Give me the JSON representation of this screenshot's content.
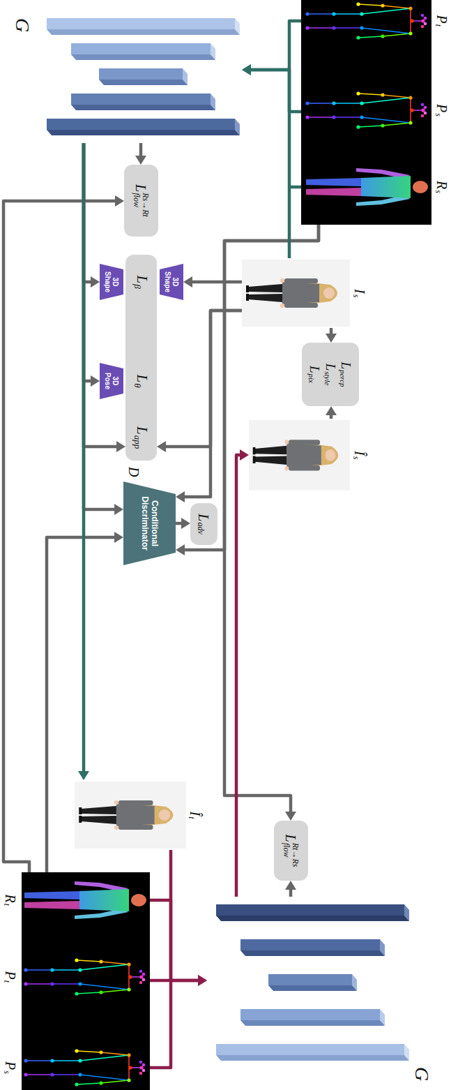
{
  "diagram": {
    "nodes": [
      {
        "text": [
          "P",
          "t",
          "P",
          "s",
          "R",
          "s"
        ]
      },
      {
        "text": [
          "G"
        ]
      },
      {
        "text": [
          "I",
          "s"
        ]
      },
      {
        "text": [
          "L",
          "percp",
          "L",
          "style",
          "L",
          "pix"
        ]
      },
      {
        "text": [
          "Î",
          "s"
        ]
      },
      {
        "text": [
          "L",
          "flow",
          "Rs→Rt"
        ]
      },
      {
        "text": [
          "L",
          "β",
          "L",
          "θ",
          "L",
          "app"
        ]
      },
      {
        "text": [
          "3D Shape"
        ]
      },
      {
        "text": [
          "3D Shape"
        ]
      },
      {
        "text": [
          "3D Pose"
        ]
      },
      {
        "text": [
          "L",
          "adv"
        ]
      },
      {
        "text": [
          "Conditional Discriminator",
          "D"
        ]
      },
      {
        "text": [
          "Î",
          "t"
        ]
      },
      {
        "text": [
          "L",
          "flow",
          "Rt→Rs"
        ]
      },
      {
        "text": [
          "G"
        ]
      },
      {
        "text": [
          "R",
          "t",
          "P",
          "t",
          "P",
          "s"
        ]
      }
    ],
    "edges": [
      {
        "from": 0,
        "to": 1,
        "arrow": "to"
      },
      {
        "from": 2,
        "to": 1,
        "arrow": "to"
      },
      {
        "from": 1,
        "to": 5,
        "arrow": "to"
      },
      {
        "from": 1,
        "to": 12,
        "arrow": "to"
      },
      {
        "from": 1,
        "to": 8,
        "arrow": "to"
      },
      {
        "from": 1,
        "to": 9,
        "arrow": "to"
      },
      {
        "from": 1,
        "to": 6,
        "arrow": "to"
      },
      {
        "from": 1,
        "to": 11,
        "arrow": "to"
      },
      {
        "from": 2,
        "to": 3,
        "arrow": "to"
      },
      {
        "from": 4,
        "to": 3,
        "arrow": "to"
      },
      {
        "from": 2,
        "to": 7,
        "arrow": "to"
      },
      {
        "from": 2,
        "to": 6,
        "arrow": "to"
      },
      {
        "from": 2,
        "to": 11,
        "arrow": "to"
      },
      {
        "from": 0,
        "to": 11,
        "arrow": "to"
      },
      {
        "from": 0,
        "to": 13,
        "arrow": "to"
      },
      {
        "from": 11,
        "to": 10,
        "arrow": "to"
      },
      {
        "from": 15,
        "to": 14,
        "arrow": "to"
      },
      {
        "from": 12,
        "to": 14,
        "arrow": "to"
      },
      {
        "from": 14,
        "to": 4,
        "arrow": "to"
      },
      {
        "from": 14,
        "to": 13,
        "arrow": "to"
      },
      {
        "from": 15,
        "to": 11,
        "arrow": "to"
      },
      {
        "from": 15,
        "to": 5,
        "arrow": "to"
      }
    ]
  }
}
